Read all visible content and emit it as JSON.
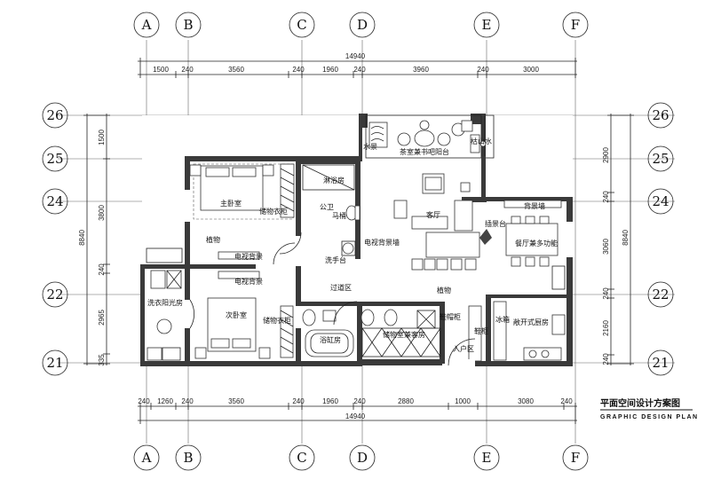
{
  "title": {
    "cn": "平面空间设计方案图",
    "en": "GRAPHIC DESIGN PLAN"
  },
  "grid_columns": [
    "A",
    "B",
    "C",
    "D",
    "E",
    "F"
  ],
  "grid_rows": [
    "26",
    "25",
    "24",
    "22",
    "21"
  ],
  "dimensions": {
    "top_total": "14940",
    "top_segments": [
      "1500",
      "240",
      "3560",
      "240",
      "1960",
      "240",
      "3960",
      "240",
      "3000"
    ],
    "bottom_total": "14940",
    "bottom_segments": [
      "240",
      "1260",
      "240",
      "3560",
      "240",
      "1960",
      "240",
      "2880",
      "1000",
      "3080",
      "240"
    ],
    "left_total": "8840",
    "left_segments": [
      "1500",
      "3800",
      "240",
      "2965",
      "335"
    ],
    "right_total": "8840",
    "right_segments": [
      "2900",
      "240",
      "3060",
      "240",
      "2160",
      "240"
    ]
  },
  "rooms": {
    "tea_room": "茶室兼书吧阳台",
    "water_feature": "水景",
    "rockery": "枯山水",
    "shower": "淋浴房",
    "master_bedroom": "主卧室",
    "storage_wardrobe": "储物衣柜",
    "public_bath": "公卫",
    "toilet": "马桶",
    "plants_1": "植物",
    "tv_wall_1": "电视背景",
    "wash_basin": "洗手台",
    "living_room": "客厅",
    "tv_feature_wall": "电视背景墙",
    "landscape_table": "插景台",
    "feature_wall": "背景墙",
    "dining_multi": "餐厅兼多功能",
    "laundry_balcony": "洗衣阳光房",
    "tv_wall_2": "电视背景",
    "second_bedroom": "次卧室",
    "corridor": "过道区",
    "storage_wardrobe_2": "储物衣柜",
    "bathtub": "浴缸房",
    "storage_guest": "储物室兼客房",
    "shoe_cabinet": "鞋帽柜",
    "plants_2": "植物",
    "shoe_cab_2": "鞋柜",
    "entrance": "入户区",
    "fridge": "冰箱",
    "open_kitchen": "敞开式厨房"
  }
}
